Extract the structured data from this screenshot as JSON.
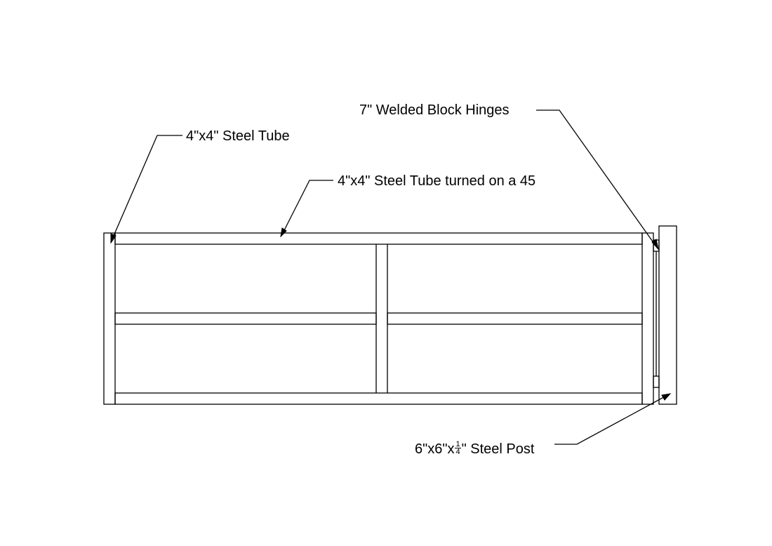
{
  "colors": {
    "line": "#000000",
    "background": "#ffffff"
  },
  "callouts": {
    "hinges": "7\" Welded Block Hinges",
    "tube": "4\"x4\" Steel Tube",
    "tube_45": "4\"x4\" Steel Tube turned on a 45",
    "post": {
      "prefix": "6\"x6\"x",
      "frac_num": "1",
      "frac_den": "4",
      "suffix": "\" Steel Post"
    }
  }
}
